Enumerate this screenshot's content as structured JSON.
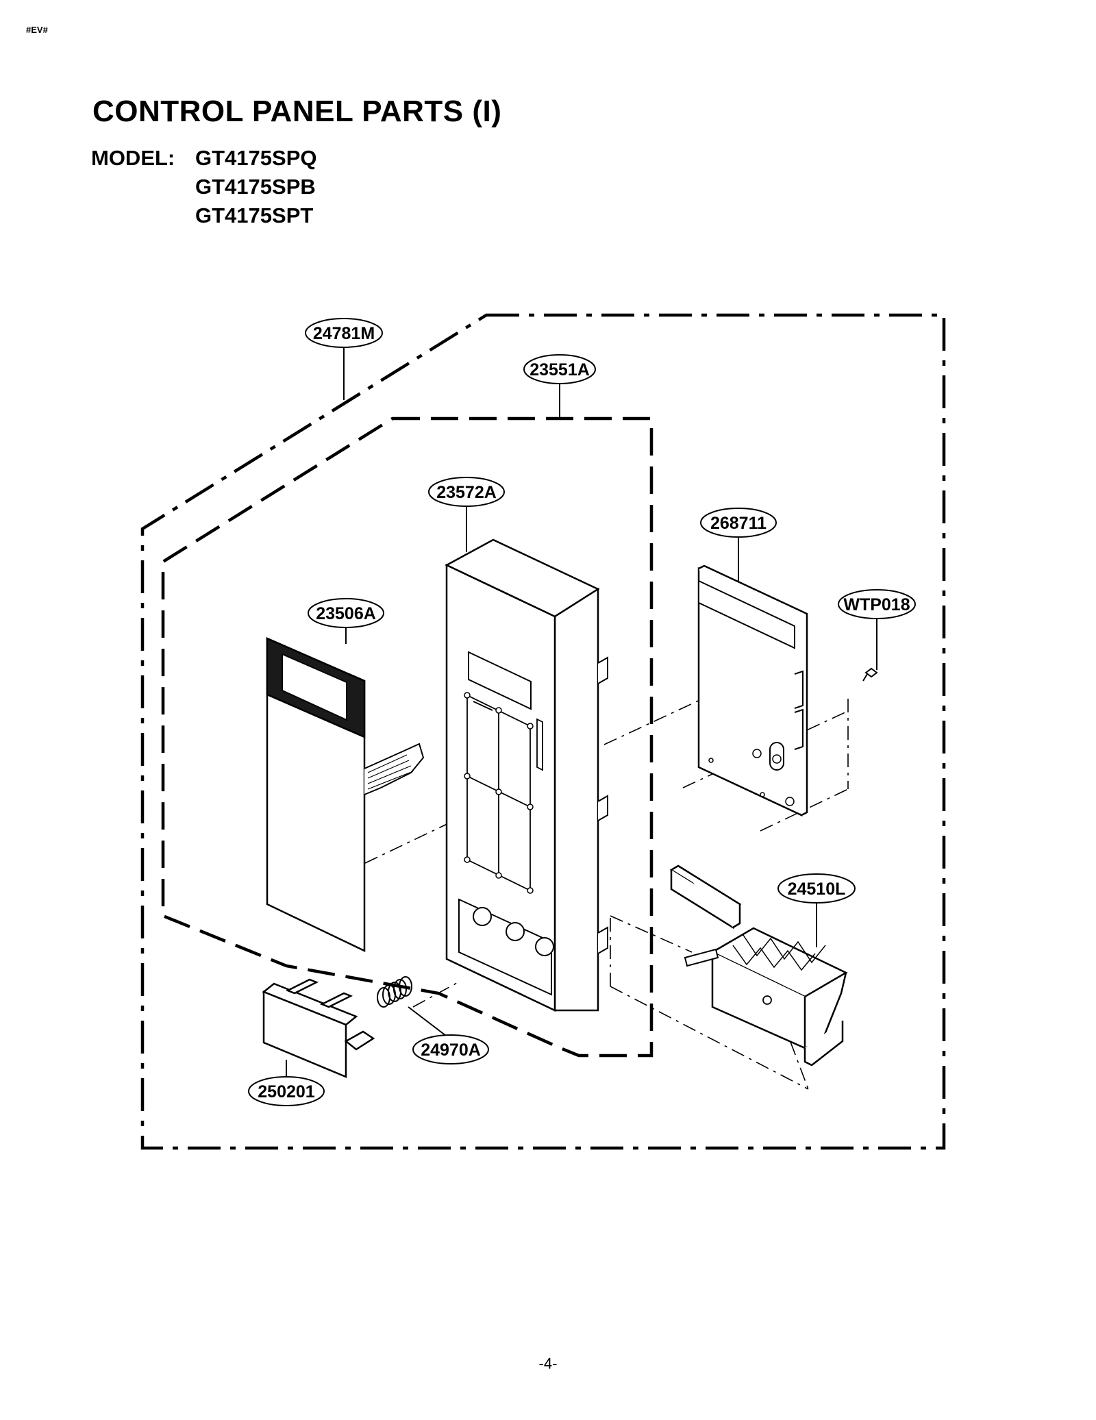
{
  "header": {
    "code": "#EV#"
  },
  "title": "CONTROL PANEL PARTS (I)",
  "model": {
    "label": "MODEL:",
    "numbers": [
      "GT4175SPQ",
      "GT4175SPB",
      "GT4175SPT"
    ]
  },
  "callouts": {
    "c24781M": "24781M",
    "c23551A": "23551A",
    "c23572A": "23572A",
    "c268711": "268711",
    "c23506A": "23506A",
    "cWTP018": "WTP018",
    "c24510L": "24510L",
    "c24970A": "24970A",
    "c250201": "250201"
  },
  "footer": {
    "page_number": "-4-"
  }
}
